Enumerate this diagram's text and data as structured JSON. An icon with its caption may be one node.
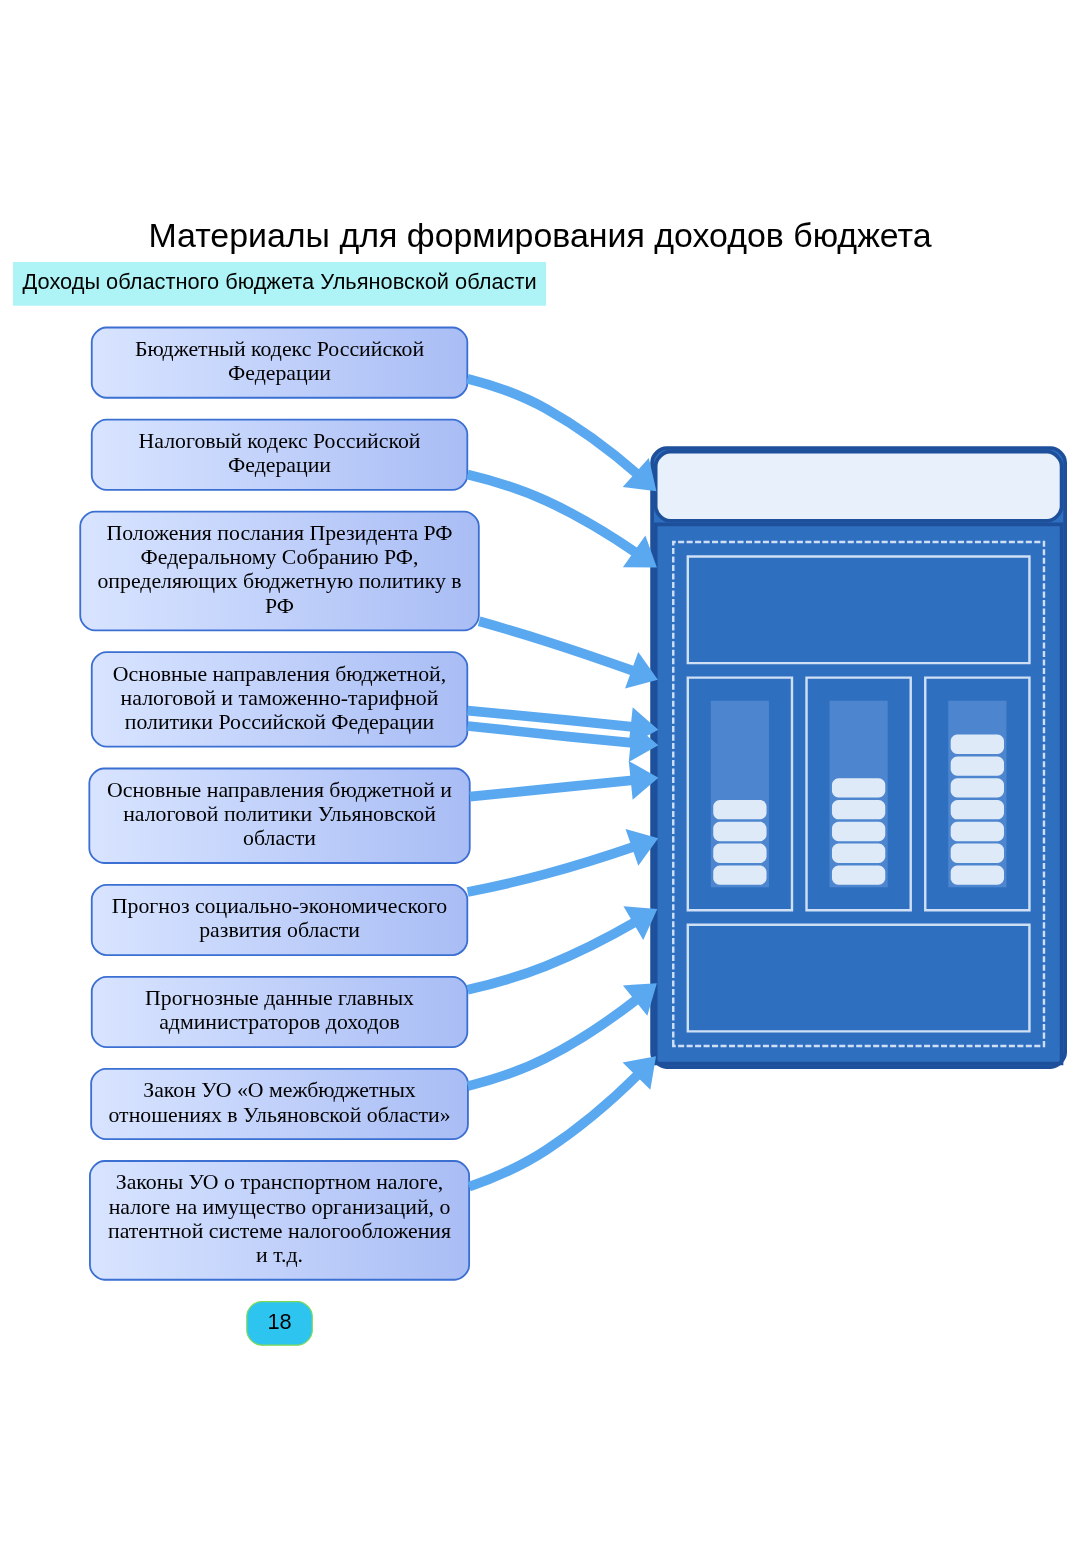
{
  "diagram": {
    "title": "Материалы для формирования доходов бюджета",
    "nodes": [
      {
        "text": [
          "Бюджетный кодекс Российской Федерации"
        ]
      },
      {
        "text": [
          "Налоговый кодекс Российской Федерации"
        ]
      },
      {
        "text": [
          "Положения послания Президента РФ Федеральному Собранию РФ, определяющих бюджетную политику в РФ"
        ]
      },
      {
        "text": [
          "Основные направления бюджетной, налоговой и таможенно-тарифной политики Российской Федерации"
        ]
      },
      {
        "text": [
          "Основные направления бюджетной и налоговой политики Ульяновской области"
        ]
      },
      {
        "text": [
          "Прогноз социально-экономического развития области"
        ]
      },
      {
        "text": [
          "Прогнозные данные главных администраторов доходов"
        ]
      },
      {
        "text": [
          "Закон УО «О межбюджетных отношениях в Ульяновской области»"
        ]
      },
      {
        "text": [
          "Законы УО о транспортном налоге, налоге на имущество организаций, о патентной системе налогообложения и т.д."
        ]
      },
      {
        "text": [],
        "shape": "picture"
      }
    ],
    "edges": [
      {
        "from": 0,
        "to": 9,
        "arrow": "to"
      },
      {
        "from": 1,
        "to": 9,
        "arrow": "to"
      },
      {
        "from": 2,
        "to": 9,
        "arrow": "to"
      },
      {
        "from": 3,
        "to": 9,
        "arrow": "to"
      },
      {
        "from": 3,
        "to": 9,
        "arrow": "to"
      },
      {
        "from": 4,
        "to": 9,
        "arrow": "to"
      },
      {
        "from": 5,
        "to": 9,
        "arrow": "to"
      },
      {
        "from": 6,
        "to": 9,
        "arrow": "to"
      },
      {
        "from": 7,
        "to": 9,
        "arrow": "to"
      },
      {
        "from": 8,
        "to": 9,
        "arrow": "to"
      }
    ],
    "labels": [
      "Доходы областного бюджета Ульяновской области",
      "18"
    ]
  }
}
